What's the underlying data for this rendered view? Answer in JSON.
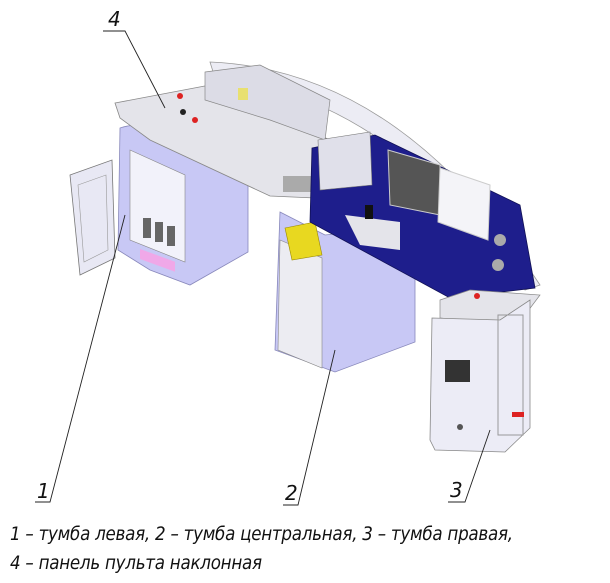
{
  "callouts": {
    "c1": "1",
    "c2": "2",
    "c3": "3",
    "c4": "4"
  },
  "caption": {
    "line1": "1 – тумба левая, 2 – тумба центральная, 3 – тумба правая,",
    "line2": "4 – панель пульта наклонная"
  },
  "colors": {
    "cabinet": "#c8c8f5",
    "panel": "#1e1e8c",
    "console": "#e4e4ea"
  }
}
